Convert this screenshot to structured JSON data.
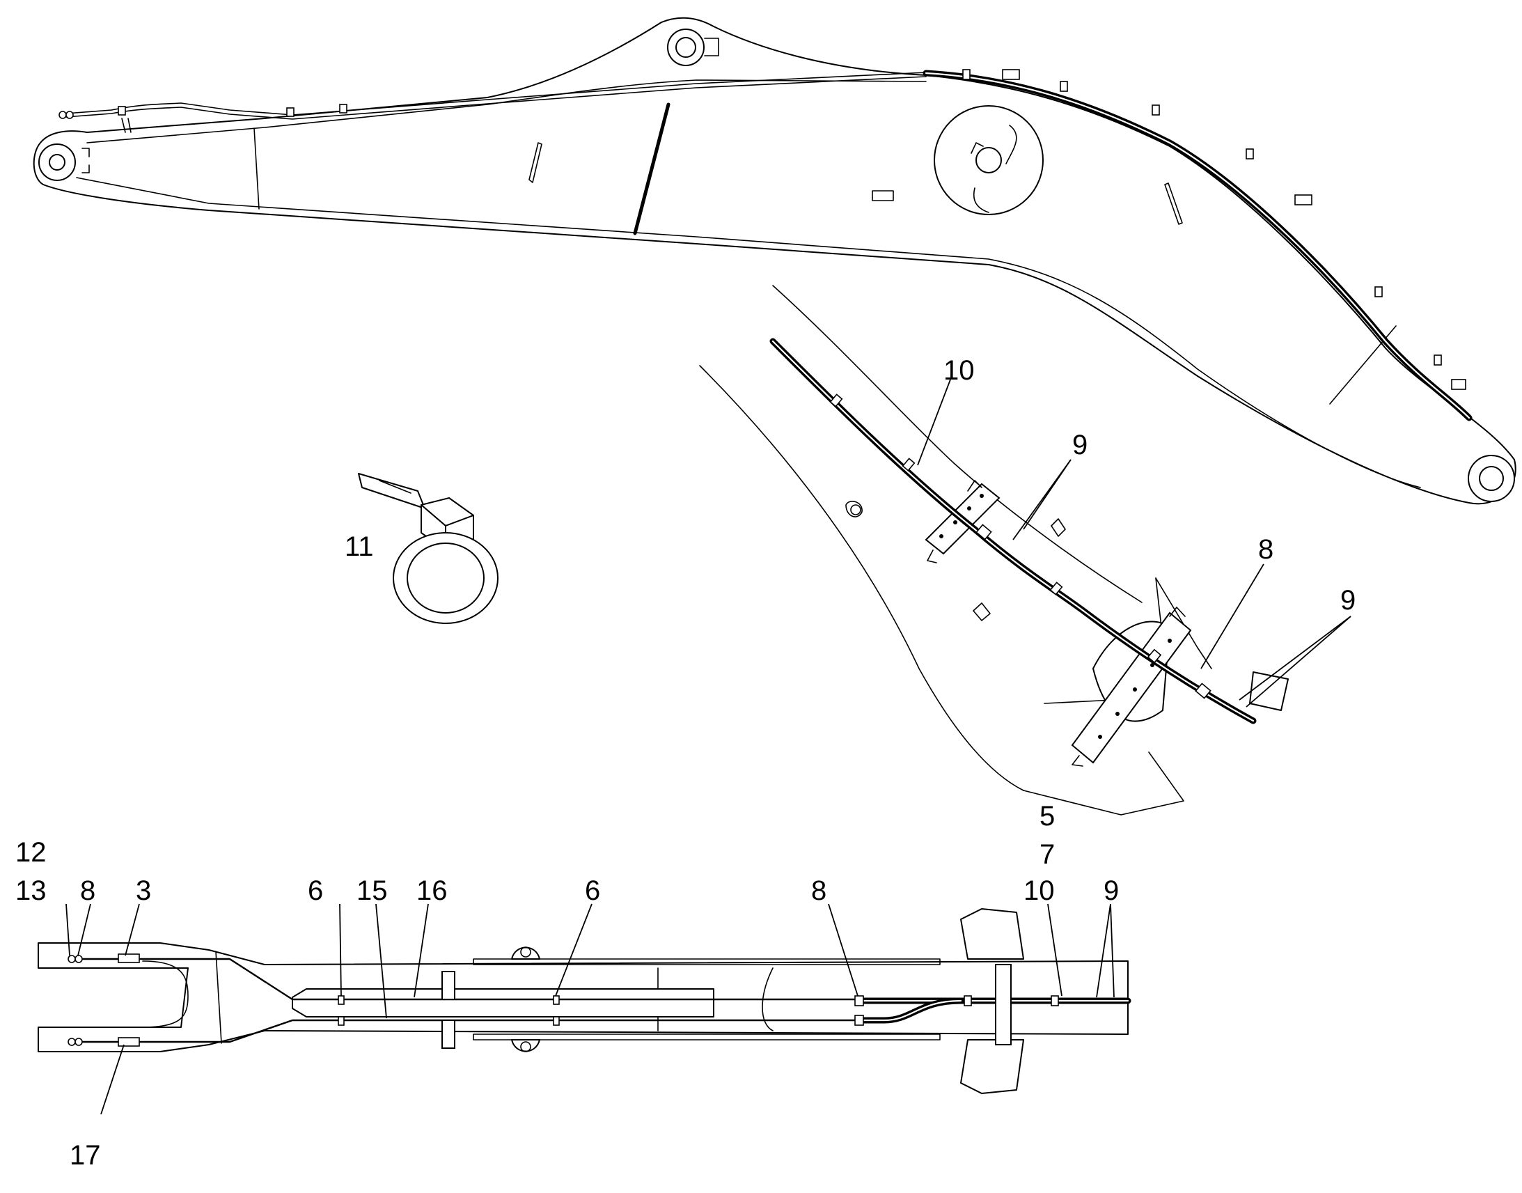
{
  "callouts": {
    "c10_detail": "10",
    "c9_detail_a": "9",
    "c8_detail": "8",
    "c9_detail_b": "9",
    "c11": "11",
    "c12": "12",
    "c13": "13",
    "c8_left": "8",
    "c3": "3",
    "c6_left": "6",
    "c15": "15",
    "c16": "16",
    "c6_right": "6",
    "c8_right": "8",
    "c5": "5",
    "c7": "7",
    "c10_bottom": "10",
    "c9_bottom": "9",
    "c17": "17"
  }
}
